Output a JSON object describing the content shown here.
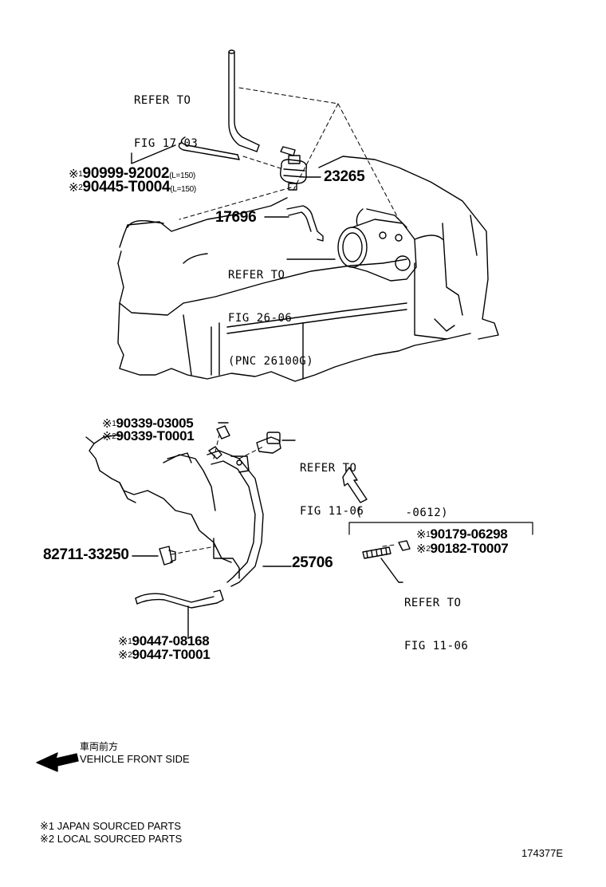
{
  "refs": {
    "fig17": [
      "REFER TO",
      "FIG 17-03"
    ],
    "fig26": [
      "REFER TO",
      "FIG 26-06",
      "(PNC 26100G)"
    ],
    "fig11a": [
      "REFER TO",
      "FIG 11-06"
    ],
    "fig11b": [
      "REFER TO",
      "FIG 11-06"
    ]
  },
  "parts": {
    "hose1_a": {
      "mark": "※",
      "idx": "1",
      "pn": "90999-92002",
      "note": "(L=150)"
    },
    "hose1_b": {
      "mark": "※",
      "idx": "2",
      "pn": "90445-T0004",
      "note": "(L=150)"
    },
    "p23265": "23265",
    "p17696": "17696",
    "cap_a": {
      "mark": "※",
      "idx": "1",
      "pn": "90339-03005"
    },
    "cap_b": {
      "mark": "※",
      "idx": "2",
      "pn": "90339-T0001"
    },
    "p82711": "82711-33250",
    "p25706": "25706",
    "range": "(      -0612)",
    "nut_a": {
      "mark": "※",
      "idx": "1",
      "pn": "90179-06298"
    },
    "nut_b": {
      "mark": "※",
      "idx": "2",
      "pn": "90182-T0007"
    },
    "hose2_a": {
      "mark": "※",
      "idx": "1",
      "pn": "90447-08168"
    },
    "hose2_b": {
      "mark": "※",
      "idx": "2",
      "pn": "90447-T0001"
    }
  },
  "direction": {
    "jp": "車両前方",
    "en": "VEHICLE FRONT SIDE"
  },
  "legend": [
    "※1 JAPAN SOURCED PARTS",
    "※2 LOCAL SOURCED PARTS"
  ],
  "figure_id": "174377E"
}
